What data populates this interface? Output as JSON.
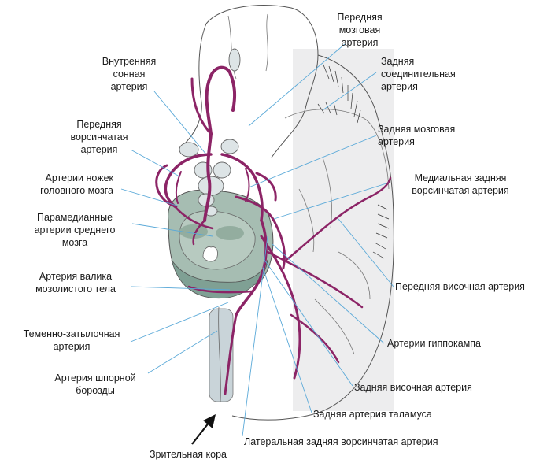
{
  "labels": {
    "internal_carotid": "Внутренняя\nсонная\nартерия",
    "anterior_cerebral": "Передняя\nмозговая\nартерия",
    "posterior_communicating": "Задняя\nсоединительная\nартерия",
    "posterior_cerebral": "Задняя мозговая\nартерия",
    "anterior_choroidal": "Передняя\nворсинчатая\nартерия",
    "peduncle_arteries": "Артерии ножек\nголовного мозга",
    "medial_posterior_choroidal": "Медиальная задняя\nворсинчатая артерия",
    "paramedian_midbrain": "Парамедианные\nартерии среднего\nмозга",
    "corpus_callosum_splenium": "Артерия валика\nмозолистого тела",
    "anterior_temporal": "Передняя височная артерия",
    "parieto_occipital": "Теменно-затылочная\nартерия",
    "hippocampal": "Артерии гиппокампа",
    "calcarine": "Артерия шпорной\nборозды",
    "posterior_temporal": "Задняя височная артерия",
    "posterior_thalamic": "Задняя артерия таламуса",
    "visual_cortex": "Зрительная кора",
    "lateral_posterior_choroidal": "Латеральная задняя ворсинчатая артерия"
  },
  "colors": {
    "artery": "#8c2466",
    "leader": "#5aa9d8",
    "outline": "#555555",
    "midbrain": "#a6bdb2",
    "midbrain_dark": "#7fa094",
    "cortex_strip": "#c9d4d9"
  }
}
